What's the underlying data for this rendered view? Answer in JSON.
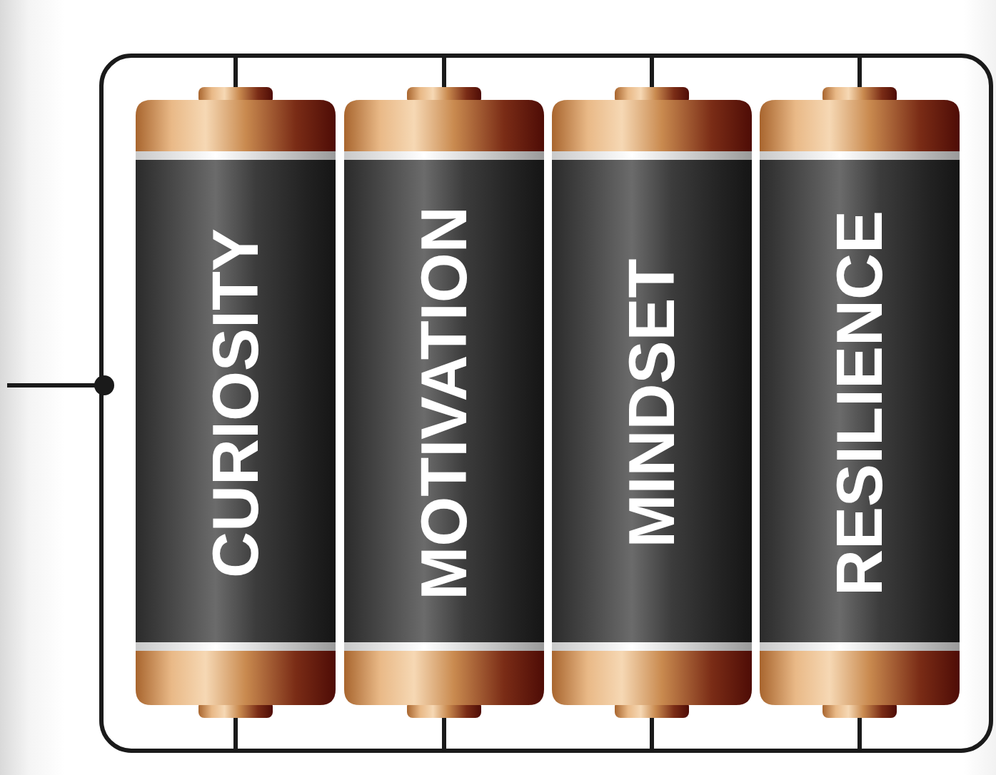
{
  "diagram": {
    "nodes": [
      {
        "text": [
          "CURIOSITY"
        ]
      },
      {
        "text": [
          "MOTIVATION"
        ]
      },
      {
        "text": [
          "MINDSET"
        ]
      },
      {
        "text": [
          "RESILIENCE"
        ]
      }
    ]
  }
}
